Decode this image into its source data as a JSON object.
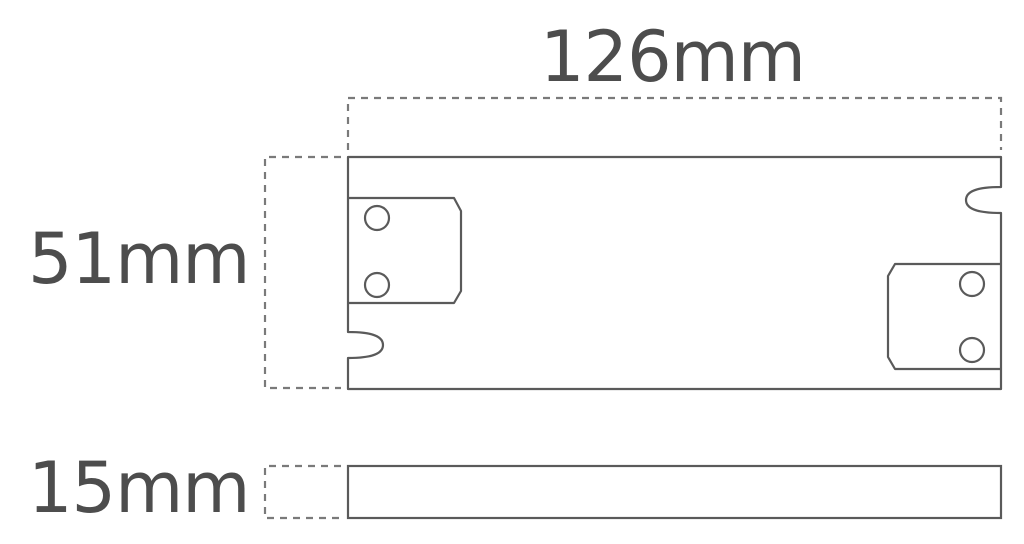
{
  "dimensions": {
    "width": "126mm",
    "height": "51mm",
    "depth": "15mm"
  },
  "colors": {
    "outline": "#5a5a5a",
    "dash": "#7a7a7a",
    "text": "#4d4d4d"
  }
}
